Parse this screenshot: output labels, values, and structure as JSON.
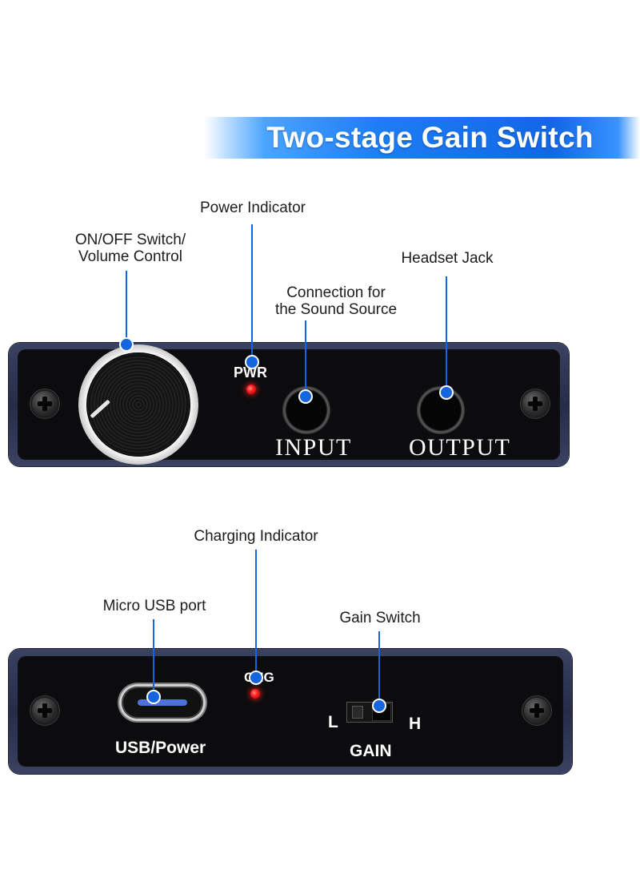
{
  "title": "Two-stage Gain Switch",
  "colors": {
    "accent_blue": "#1565e0",
    "led_red": "#ff1e1e",
    "panel_frame": "#2c3352"
  },
  "front_panel": {
    "callouts": {
      "power_indicator": "Power Indicator",
      "on_off_volume": "ON/OFF Switch/\nVolume Control",
      "headset_jack": "Headset Jack",
      "sound_source": "Connection for\nthe Sound Source"
    },
    "pwr_label": "PWR",
    "input_label": "INPUT",
    "output_label": "OUTPUT"
  },
  "back_panel": {
    "callouts": {
      "charging_indicator": "Charging Indicator",
      "micro_usb_port": "Micro USB port",
      "gain_switch": "Gain Switch"
    },
    "chg_label": "CHG",
    "usb_label": "USB/Power",
    "gain_low": "L",
    "gain_high": "H",
    "gain_label": "GAIN"
  }
}
